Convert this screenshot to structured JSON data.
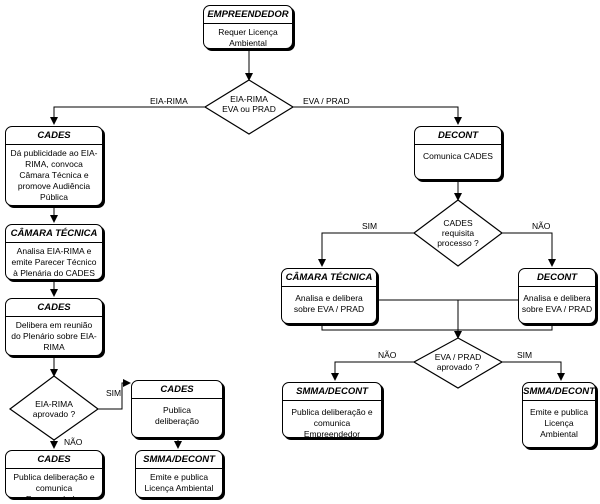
{
  "nodes": {
    "empreendedor": {
      "title": "EMPREENDEDOR",
      "text": "Requer Licença Ambiental"
    },
    "decision_type": {
      "text": "EIA-RIMA EVA ou PRAD"
    },
    "cades_publicidade": {
      "title": "CADES",
      "text": "Dá publicidade ao EIA-RIMA, convoca Câmara Técnica e promove Audiência Pública"
    },
    "camara_tecnica_eia": {
      "title": "CÂMARA TÉCNICA",
      "text": "Analisa EIA-RIMA e emite Parecer Técnico à Plenária do CADES"
    },
    "cades_delibera": {
      "title": "CADES",
      "text": "Delibera em reunião do Plenário sobre EIA-RIMA"
    },
    "decision_eia_aprovado": {
      "text": "EIA-RIMA aprovado ?"
    },
    "cades_publica_delib": {
      "title": "CADES",
      "text": "Publica deliberação"
    },
    "cades_publica_comunica": {
      "title": "CADES",
      "text": "Publica deliberação e comunica Empreendedor"
    },
    "smma_emite_left": {
      "title": "SMMA/DECONT",
      "text": "Emite e publica Licença Ambiental"
    },
    "decont_comunica": {
      "title": "DECONT",
      "text": "Comunica CADES"
    },
    "decision_cades_requisita": {
      "text": "CADES requisita processo ?"
    },
    "camara_tecnica_eva": {
      "title": "CÂMARA TÉCNICA",
      "text": "Analisa e delibera sobre EVA / PRAD"
    },
    "decont_analisa": {
      "title": "DECONT",
      "text": "Analisa e delibera sobre EVA / PRAD"
    },
    "decision_eva_aprovado": {
      "text": "EVA / PRAD aprovado ?"
    },
    "smma_publica_right": {
      "title": "SMMA/DECONT",
      "text": "Publica deliberação e comunica Empreendedor"
    },
    "smma_emite_right": {
      "title": "SMMA/DECONT",
      "text": "Emite e publica Licença Ambiental"
    }
  },
  "edge_labels": {
    "eia_rima": "EIA-RIMA",
    "eva_prad": "EVA / PRAD",
    "sim_left": "SIM",
    "nao_left": "NÃO",
    "sim_requisita": "SIM",
    "nao_requisita": "NÃO",
    "nao_eva": "NÃO",
    "sim_eva": "SIM"
  }
}
